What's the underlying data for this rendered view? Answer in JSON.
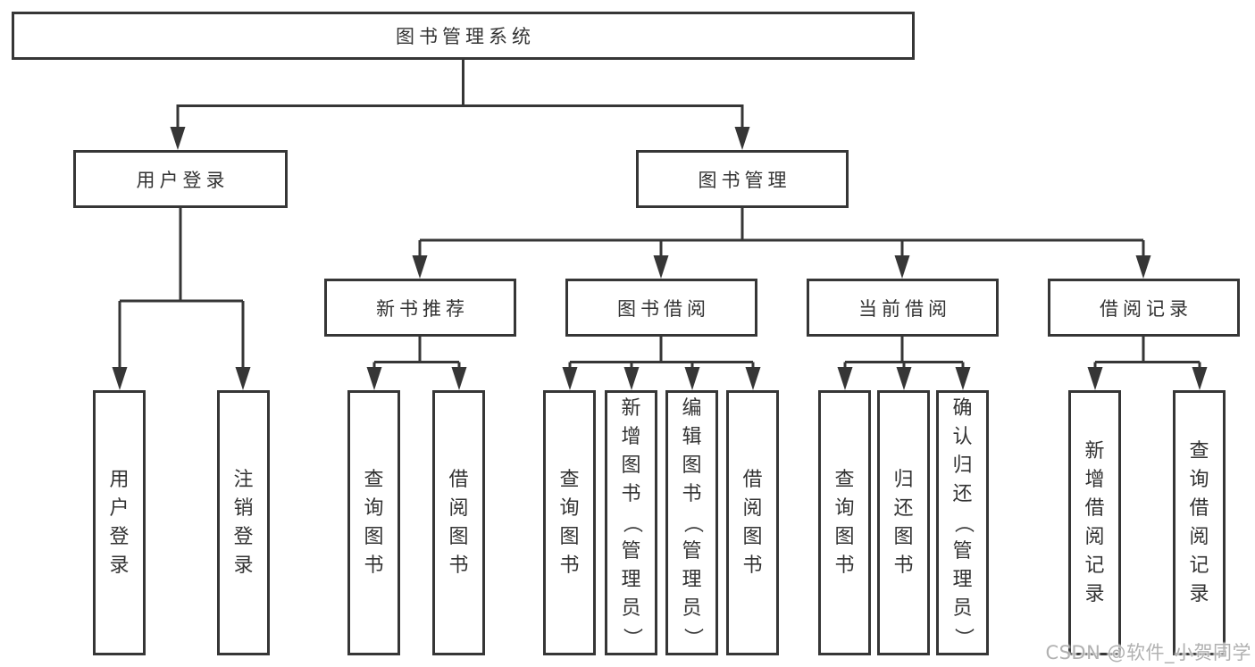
{
  "tree": {
    "label": "图书管理系统",
    "children": [
      {
        "label": "用户登录",
        "children": [
          {
            "label": "用户登录"
          },
          {
            "label": "注销登录"
          }
        ]
      },
      {
        "label": "图书管理",
        "children": [
          {
            "label": "新书推荐",
            "children": [
              {
                "label": "查询图书"
              },
              {
                "label": "借阅图书"
              }
            ]
          },
          {
            "label": "图书借阅",
            "children": [
              {
                "label": "查询图书"
              },
              {
                "label": "新增图书（管理员）"
              },
              {
                "label": "编辑图书（管理员）"
              },
              {
                "label": "借阅图书"
              }
            ]
          },
          {
            "label": "当前借阅",
            "children": [
              {
                "label": "查询图书"
              },
              {
                "label": "归还图书"
              },
              {
                "label": "确认归还（管理员）"
              }
            ]
          },
          {
            "label": "借阅记录",
            "children": [
              {
                "label": "新增借阅记录"
              },
              {
                "label": "查询借阅记录"
              }
            ]
          }
        ]
      }
    ]
  },
  "watermark": {
    "text": "CSDN @软件_小贺同学"
  },
  "colors": {
    "line": "#363636",
    "text": "#333333",
    "background": "#ffffff",
    "watermark_text": "#b1b1b1"
  }
}
